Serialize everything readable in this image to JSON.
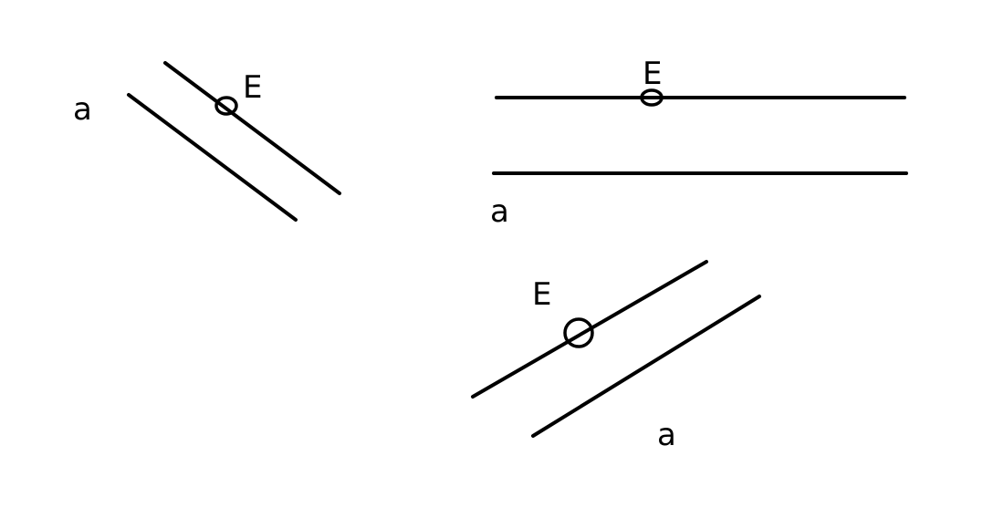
{
  "figures": [
    {
      "line_label": "a",
      "point_label": "E"
    },
    {
      "line_label": "a",
      "point_label": "E"
    },
    {
      "line_label": "a",
      "point_label": "E"
    }
  ],
  "colors": {
    "background": "#ffffff",
    "ink": "#000000"
  }
}
